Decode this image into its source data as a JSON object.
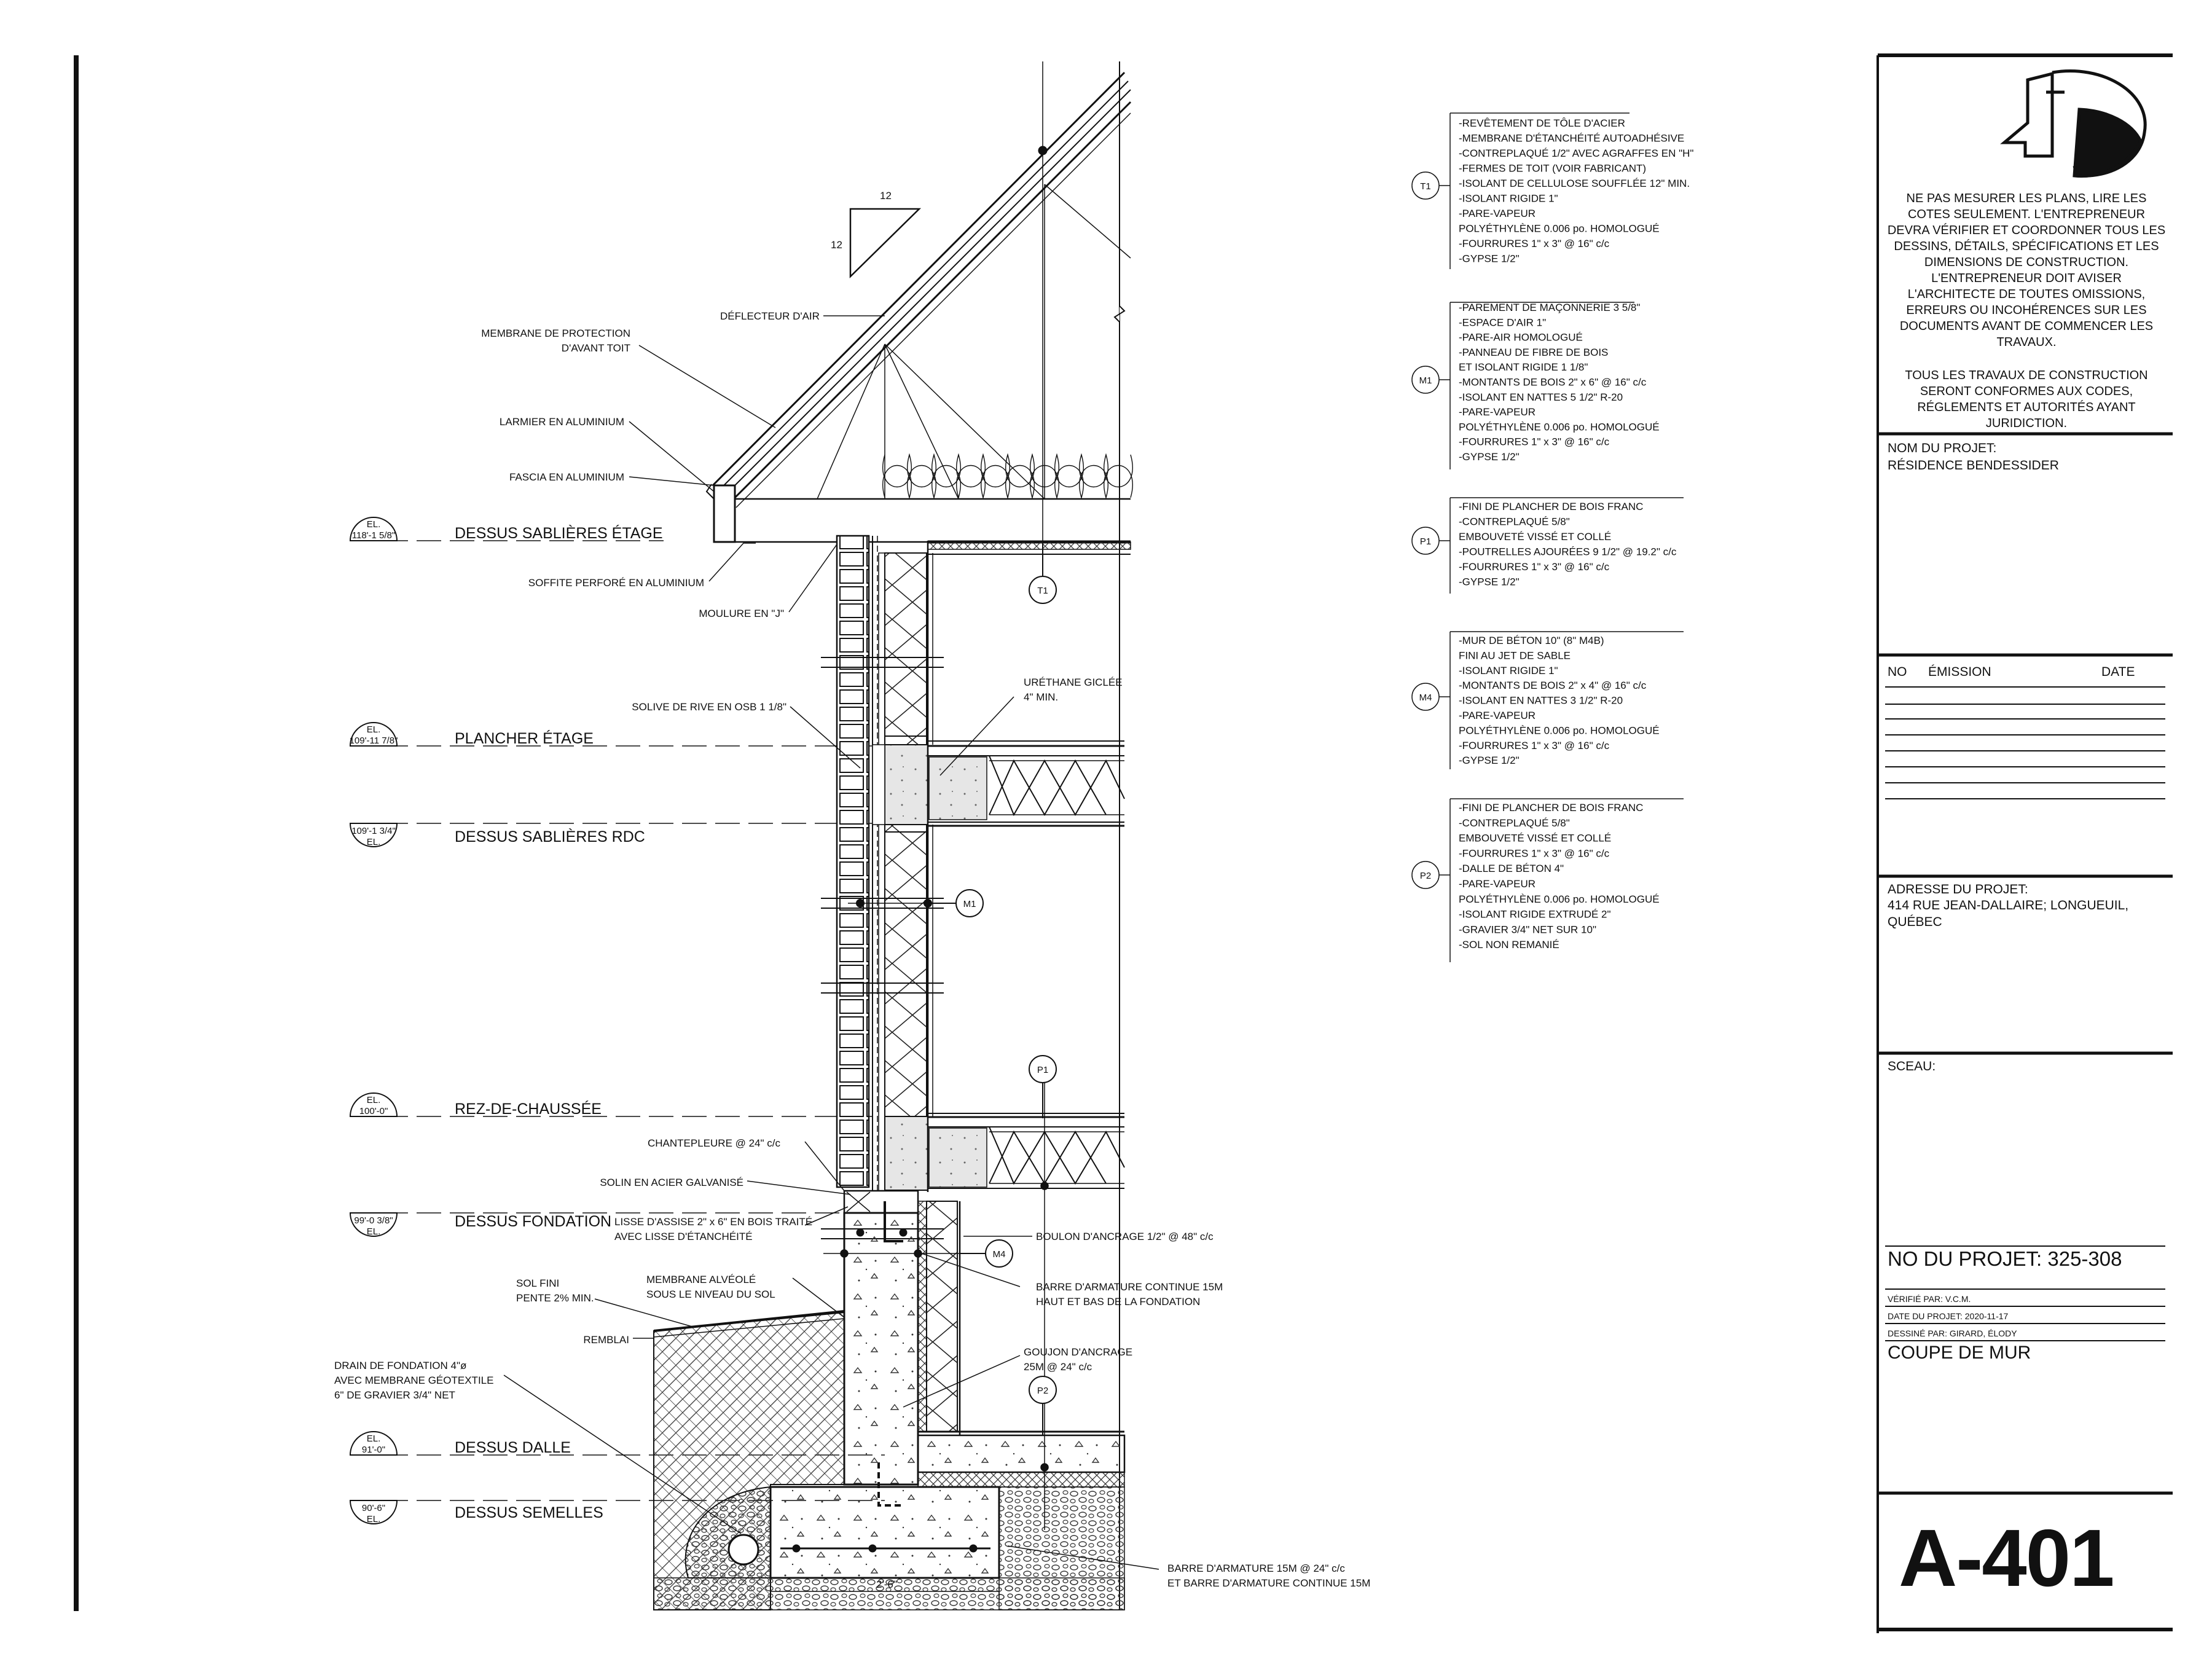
{
  "title_block": {
    "disclaimer": "NE PAS MESURER LES PLANS, LIRE LES\nCOTES SEULEMENT. L'ENTREPRENEUR\nDEVRA VÉRIFIER ET COORDONNER TOUS LES\nDESSINS, DÉTAILS, SPÉCIFICATIONS ET LES\nDIMENSIONS DE CONSTRUCTION.\nL'ENTREPRENEUR DOIT AVISER\nL'ARCHITECTE DE TOUTES OMISSIONS,\nERREURS OU INCOHÉRENCES SUR LES\nDOCUMENTS AVANT DE COMMENCER LES\nTRAVAUX.",
    "compliance": "TOUS LES TRAVAUX DE CONSTRUCTION\nSERONT  CONFORMES AUX CODES,\nRÉGLEMENTS ET AUTORITÉS AYANT\nJURIDICTION.",
    "project_name_label": "NOM DU PROJET:",
    "project_name": "RÉSIDENCE BENDESSIDER",
    "emission_headers": [
      "NO",
      "ÉMISSION",
      "DATE"
    ],
    "address_label": "ADRESSE DU PROJET:",
    "address": "414 RUE JEAN-DALLAIRE; LONGUEUIL,\nQUÉBEC",
    "seal_label": "SCEAU:",
    "project_no": "NO DU PROJET: 325-308",
    "verified": "VÉRIFIÉ PAR: V.C.M.",
    "project_date": "DATE DU PROJET: 2020-11-17",
    "drawn": "DESSINÉ PAR: GIRARD, ÉLODY",
    "sheet_title": "COUPE DE MUR",
    "sheet_number": "A-401"
  },
  "schedules": [
    {
      "tag": "T1",
      "lines": [
        "-REVÊTEMENT DE TÔLE D'ACIER",
        "-MEMBRANE D'ÉTANCHÉITÉ AUTOADHÉSIVE",
        "-CONTREPLAQUÉ 1/2\" AVEC AGRAFFES EN \"H\"",
        "-FERMES DE TOIT (VOIR FABRICANT)",
        "-ISOLANT DE CELLULOSE SOUFFLÉE 12\" MIN.",
        "-ISOLANT RIGIDE 1\"",
        "-PARE-VAPEUR",
        " POLYÉTHYLÈNE 0.006 po. HOMOLOGUÉ",
        "-FOURRURES 1\" x 3\" @ 16\" c/c",
        "-GYPSE 1/2\""
      ]
    },
    {
      "tag": "M1",
      "lines": [
        "-PAREMENT DE MAÇONNERIE 3 5/8\"",
        "-ESPACE D'AIR 1\"",
        "-PARE-AIR HOMOLOGUÉ",
        "-PANNEAU DE FIBRE DE BOIS",
        " ET ISOLANT RIGIDE 1 1/8\"",
        "-MONTANTS DE BOIS 2\" x 6\" @ 16\" c/c",
        "-ISOLANT EN NATTES 5 1/2\" R-20",
        "-PARE-VAPEUR",
        " POLYÉTHYLÈNE 0.006 po. HOMOLOGUÉ",
        "-FOURRURES 1\" x 3\" @ 16\" c/c",
        "-GYPSE 1/2\""
      ]
    },
    {
      "tag": "P1",
      "lines": [
        "-FINI DE PLANCHER DE BOIS FRANC",
        "-CONTREPLAQUÉ 5/8\"",
        " EMBOUVETÉ VISSÉ ET COLLÉ",
        "-POUTRELLES AJOURÉES 9 1/2\" @ 19.2\" c/c",
        "-FOURRURES 1\" x 3\" @ 16\" c/c",
        "-GYPSE 1/2\""
      ]
    },
    {
      "tag": "M4",
      "lines": [
        "-MUR DE BÉTON 10\" (8\" M4B)",
        " FINI AU JET DE SABLE",
        "-ISOLANT RIGIDE 1\"",
        "-MONTANTS DE BOIS 2\" x 4\" @ 16\" c/c",
        "-ISOLANT EN NATTES 3 1/2\" R-20",
        "-PARE-VAPEUR",
        " POLYÉTHYLÈNE 0.006 po. HOMOLOGUÉ",
        "-FOURRURES 1\" x 3\" @ 16\" c/c",
        "-GYPSE 1/2\""
      ]
    },
    {
      "tag": "P2",
      "lines": [
        "-FINI DE PLANCHER DE BOIS FRANC",
        "-CONTREPLAQUÉ 5/8\"",
        " EMBOUVETÉ VISSÉ ET COLLÉ",
        "-FOURRURES 1\" x 3\" @ 16\" c/c",
        "-DALLE DE BÉTON 4\"",
        "-PARE-VAPEUR",
        " POLYÉTHYLÈNE 0.006 po. HOMOLOGUÉ",
        "-ISOLANT RIGIDE EXTRUDÉ 2\"",
        "-GRAVIER 3/4\" NET SUR 10\"",
        "-SOL NON REMANIÉ"
      ]
    }
  ],
  "levels": [
    {
      "name": "DESSUS SABLIÈRES ÉTAGE",
      "el_top": "EL.",
      "el_val": "118'-1 5/8\""
    },
    {
      "name": "PLANCHER ÉTAGE",
      "el_top": "EL.",
      "el_val": "109'-11 7/8\""
    },
    {
      "name": "DESSUS SABLIÈRES RDC",
      "el_top": "109'-1 3/4\"",
      "el_val": "EL."
    },
    {
      "name": "REZ-DE-CHAUSSÉE",
      "el_top": "EL.",
      "el_val": "100'-0\""
    },
    {
      "name": "DESSUS FONDATION",
      "el_top": "99'-0 3/8\"",
      "el_val": "EL."
    },
    {
      "name": "DESSUS DALLE",
      "el_top": "EL.",
      "el_val": "91'-0\""
    },
    {
      "name": "DESSUS SEMELLES",
      "el_top": "90'-6\"",
      "el_val": "EL."
    }
  ],
  "slope": {
    "run": "12",
    "rise": "12"
  },
  "left_labels": {
    "membrane_protection": "MEMBRANE DE PROTECTION\nD'AVANT TOIT",
    "larmier": "LARMIER EN ALUMINIUM",
    "fascia": "FASCIA EN ALUMINIUM",
    "soffite": "SOFFITE PERFORÉ EN ALUMINIUM",
    "moulure": "MOULURE EN \"J\"",
    "solive": "SOLIVE DE RIVE EN OSB 1 1/8\"",
    "chantepleure": "CHANTEPLEURE @ 24\" c/c",
    "solin": "SOLIN EN ACIER GALVANISÉ",
    "lisse": "LISSE D'ASSISE 2\" x 6\" EN BOIS TRAITÉ\nAVEC LISSE D'ÉTANCHÉITÉ",
    "membrane_alveole": "MEMBRANE ALVÉOLÉ\nSOUS LE NIVEAU DU SOL",
    "sol_fini": "SOL FINI\nPENTE 2% MIN.",
    "remblai": "REMBLAI",
    "drain": "DRAIN DE FONDATION 4\"ø\nAVEC MEMBRANE GÉOTEXTILE\n6\" DE GRAVIER 3/4\" NET"
  },
  "right_labels": {
    "deflecteur": "DÉFLECTEUR D'AIR",
    "urethane": "URÉTHANE GICLÉE\n4\" MIN.",
    "boulon": "BOULON D'ANCRAGE 1/2\" @ 48\" c/c",
    "barre_continue": "BARRE D'ARMATURE CONTINUE 15M\nHAUT ET BAS DE LA FONDATION",
    "goujon": "GOUJON D'ANCRAGE\n25M @ 24\" c/c",
    "barre_semelle": "BARRE D'ARMATURE 15M @ 24\" c/c\nET BARRE D'ARMATURE CONTINUE 15M",
    "footing_width": "2'-6\""
  },
  "wall_tags": [
    "T1",
    "M1",
    "P1",
    "M4",
    "P2"
  ]
}
